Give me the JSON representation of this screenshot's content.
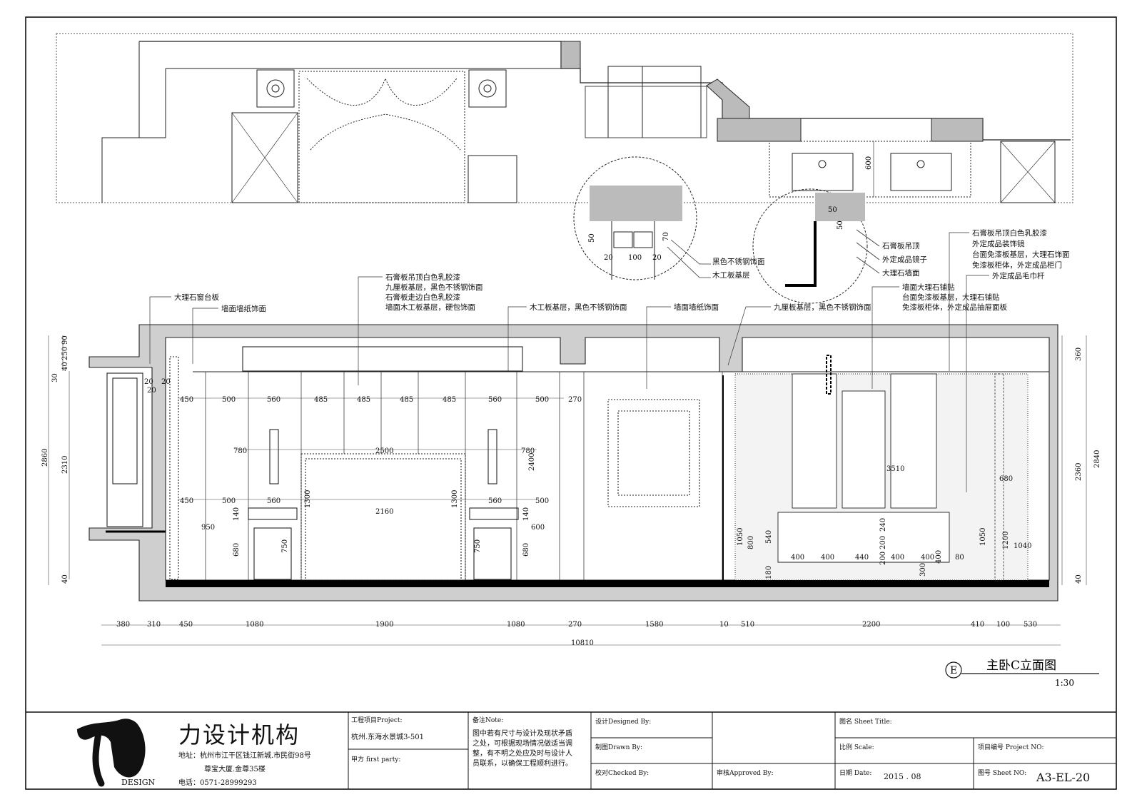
{
  "sheet": {
    "title": "主卧C立面图",
    "marker": "E",
    "scale": "1:30"
  },
  "top_dimensions": {
    "row1": [
      "450",
      "500",
      "560",
      "485",
      "485",
      "485",
      "485",
      "560",
      "500",
      "270"
    ],
    "row2": [
      "780",
      "2500",
      "780"
    ],
    "row3": [
      "450",
      "500",
      "560",
      "2160",
      "560",
      "500"
    ]
  },
  "bottom_dimensions": {
    "segments": [
      "380",
      "310",
      "450",
      "1080",
      "1900",
      "1080",
      "270",
      "1580",
      "10",
      "510",
      "2200",
      "410",
      "100",
      "530"
    ],
    "total": "10810"
  },
  "left_dimensions": [
    "90",
    "250",
    "40",
    "30",
    "20",
    "20",
    "20",
    "2860",
    "2310",
    "40"
  ],
  "right_dimensions": [
    "360",
    "2840",
    "2360",
    "40"
  ],
  "inner_dimensions": {
    "bed_heights": [
      "1300",
      "1300",
      "2400",
      "600",
      "140",
      "140"
    ],
    "nightstand": [
      "680",
      "750",
      "750",
      "680",
      "950"
    ],
    "vanity": [
      "1050",
      "800",
      "540",
      "400",
      "400",
      "440",
      "400",
      "400",
      "180",
      "200",
      "200",
      "240",
      "300",
      "400",
      "80",
      "1050",
      "680",
      "1200",
      "1040",
      "3510"
    ],
    "plan": [
      "600"
    ],
    "detail1": [
      "50",
      "70",
      "20",
      "100",
      "20"
    ],
    "detail2": [
      "50",
      "50"
    ]
  },
  "annotations": {
    "left_top": [
      "大理石窗台板",
      "墙面墙纸饰面"
    ],
    "center_top": [
      "石膏板吊顶白色乳胶漆",
      "九厘板基层，黑色不锈钢饰面",
      "石膏板走边白色乳胶漆",
      "墙面木工板基层，硬包饰面"
    ],
    "mid_top": [
      "木工板基层，黑色不锈钢饰面",
      "墙面墙纸饰面"
    ],
    "detail1": [
      "黑色不锈钢饰面",
      "木工板基层"
    ],
    "detail2": [
      "石膏板吊顶",
      "外定成品镜子",
      "大理石墙面"
    ],
    "right_top": [
      "石膏板吊顶白色乳胶漆",
      "外定成品装饰镜",
      "台面免漆板基层，大理石饰面",
      "免漆板柜体，外定成品柜门",
      "外定成品毛巾杆"
    ],
    "right_mid": [
      "墙面大理石铺贴",
      "台面免漆板基层，大理石铺贴",
      "免漆板柜体，外定成品抽屉面板"
    ],
    "right_ninelayer": "九厘板基层，黑色不锈钢饰面"
  },
  "title_block": {
    "company": "力设计机构",
    "logo_caption": "DESIGN",
    "address_line1": "地址：杭州市江干区钱江新城.市民街98号",
    "address_line2": "尊宝大厦.金尊35楼",
    "phone": "电话：0571-28999293",
    "project_label": "工程项目Project:",
    "project_value": "杭州.东海水景城3-501",
    "party_label": "甲方 first party:",
    "note_label": "备注Note:",
    "note_text": [
      "图中若有尺寸与设计及现状矛盾",
      "之处，可根据现场情况做适当调",
      "整，有不明之处应及时与设计人",
      "员联系，以确保工程顺利进行。"
    ],
    "designed_label": "设计Designed By:",
    "drawn_label": "制图Drawn By:",
    "checked_label": "校对Checked By:",
    "approved_label": "审核Approved By:",
    "sheet_title_label": "图名 Sheet Title:",
    "scale_label": "比例 Scale:",
    "project_no_label": "项目编号 Project NO:",
    "date_label": "日期 Date:",
    "date_value": "2015 . 08",
    "sheet_no_label": "图号 Sheet NO:",
    "sheet_no_value": "A3-EL-20"
  }
}
